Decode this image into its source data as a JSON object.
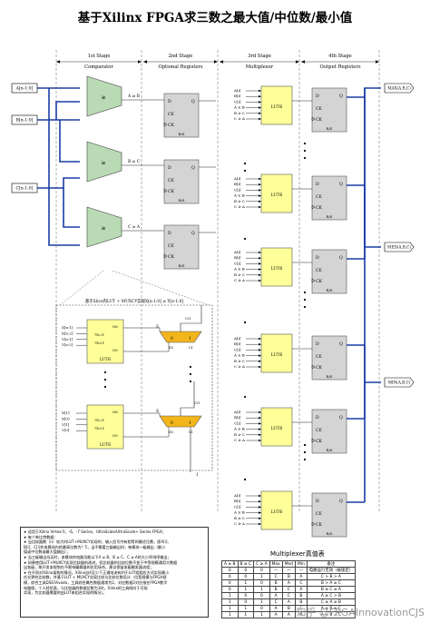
{
  "title": "基于Xilinx FPGA求三数之最大值/中位数/最小值",
  "stages": [
    {
      "num": "1st Stage",
      "name": "Comparator"
    },
    {
      "num": "2nd Stage",
      "name": "Optional Registers"
    },
    {
      "num": "3rd Stage",
      "name": "Multiplexer"
    },
    {
      "num": "4th Stage",
      "name": "Output Registers"
    }
  ],
  "inputs": [
    "A[n-1:0]",
    "B[n-1:0]",
    "C[n-1:0]"
  ],
  "comparators": [
    {
      "symbol": "≥",
      "label": "A ≥ B"
    },
    {
      "symbol": "≥",
      "label": "B ≥ C"
    },
    {
      "symbol": "≥",
      "label": "C ≥ A"
    }
  ],
  "reg_pins": {
    "d": "D",
    "q": "Q",
    "ce": "CE",
    "ck": "CK",
    "rs": "R/S"
  },
  "lut": {
    "name": "LUT6",
    "pins": [
      "A[i]",
      "B[i]",
      "C[i]",
      "A ≥ B",
      "B ≥ C",
      "C ≥ A"
    ]
  },
  "outputs": [
    "MAX(A,B,C)",
    "MED(A,B,C)",
    "MIN(A,B,C)"
  ],
  "inset": {
    "title": "基于Slice内LUT + MUXCY实现X[n-1:0] ≥ Y[n-1:0]",
    "top_inputs": [
      "X[n-1]",
      "X[n-2]",
      "Y[n-1]",
      "Y[n-2]"
    ],
    "bottom_inputs": [
      "X[1]",
      "X[0]",
      "Y[1]",
      "Y[0]"
    ],
    "lut_pins": [
      "O6",
      "?X=Y",
      "?X>Y",
      "O5"
    ],
    "lut_name": "LUT6",
    "mux": {
      "s": "S",
      "zero": "0",
      "one": "1",
      "di": "DI",
      "ci": "CI",
      "co": "CO",
      "vcc": "1"
    }
  },
  "notes": [
    "➤ 适用于Xilinx Virtex-5、-6、-7 Series、UltraScale/UltraScale+ Series FPGA；",
    "➤ 每个单比特数据：",
    "➤ 当比较器数（n）较大时LUT+MUXCY实现时，输入信号共有相等的最优位数，即A[i]、",
    "    B[i]、C[i]作本模块内的最高位数为？5，当不需要三级输出时，每模块一级输出（最小",
    "    值或中位数或最大值输出）；",
    "➤ 当三级输出均无时，本模块的电路功能以下A ≥ B、B ≥ C、C ≥ A的大小序排序输出；",
    "➤ 如果使用LUT+MUXCY实现比较器的改进，但比较器的比较位数不变于中等规模通用大数据",
    "    出各级，故开发本规划在不影响编辑器的应用场合，建议保留本级触发器流程；",
    "➤ 在不同对Xilinx架构的情况，Xilinx自4至少下正通电流有利于LUT组相应方式实现最小",
    "    任交更的比较数，并基于LUT + MUXCY实现比较与比较位数设计（位宽规模与FPGA规",
    "    模，综合工具DSE/Vivado，工具综合属性数据通常为2，对应数据2对应指在FPGA数字",
    "    电路版，个人经验表，与比较器的数据位数为1时，Xilinx的工具倾向于可观",
    "    实现，为比较器需要的由LUT来组合实现的情况）。"
  ],
  "truth_table": {
    "title": "Multiplexer真值表",
    "headers": [
      "A ≥ B",
      "B ≥ C",
      "C ≥ A",
      "Max",
      "Med",
      "Min",
      "备注"
    ],
    "rows": [
      [
        "0",
        "0",
        "0",
        "—",
        "—",
        "—",
        "电路运行无效（被锁定）"
      ],
      [
        "0",
        "0",
        "1",
        "C",
        "B",
        "A",
        "C > B > A"
      ],
      [
        "0",
        "1",
        "0",
        "B",
        "A",
        "C",
        "B > A ≥ C"
      ],
      [
        "0",
        "1",
        "1",
        "B",
        "C",
        "A",
        "B ≥ C ≥ A"
      ],
      [
        "1",
        "0",
        "0",
        "A",
        "C",
        "B",
        "A ≥ C > B"
      ],
      [
        "1",
        "0",
        "1",
        "C",
        "A",
        "B",
        "C ≥ A ≥ B"
      ],
      [
        "1",
        "1",
        "0",
        "A",
        "B",
        "C",
        "A ≥ B ≥ C"
      ],
      [
        "1",
        "1",
        "1",
        "A",
        "A",
        "A",
        "A = B = C"
      ]
    ]
  },
  "watermark": "知乎 @FPGAInnovationCJS",
  "colors": {
    "bus": "#1a3ba6",
    "comparator": "#b9dab4",
    "register": "#d4d4d4",
    "lut": "#ffff99",
    "mux": "#f2b51c",
    "stage_line": "#333333",
    "wire": "#222222"
  }
}
